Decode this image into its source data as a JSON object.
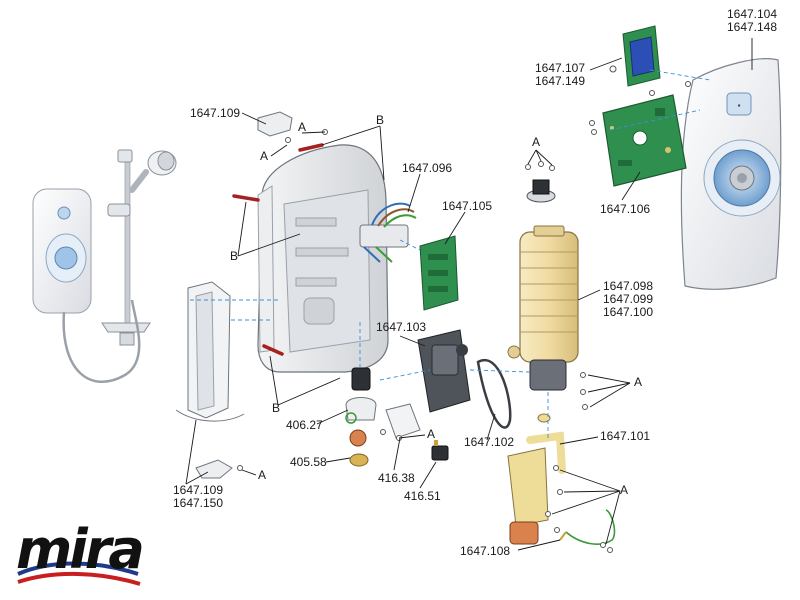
{
  "brand": {
    "name": "mira",
    "swoosh_colors": [
      "#1e3a8a",
      "#c81e1e"
    ]
  },
  "labels": {
    "p1647_104": [
      "1647.104",
      "1647.148"
    ],
    "p1647_107": [
      "1647.107",
      "1647.149"
    ],
    "p1647_106": "1647.106",
    "p1647_109_top": "1647.109",
    "p1647_096": "1647.096",
    "p1647_105": "1647.105",
    "p1647_098": [
      "1647.098",
      "1647.099",
      "1647.100"
    ],
    "p1647_103": "1647.103",
    "p1647_101": "1647.101",
    "p1647_102": "1647.102",
    "p406_27": "406.27",
    "p405_58": "405.58",
    "p416_38": "416.38",
    "p416_51": "416.51",
    "p1647_108": "1647.108",
    "p1647_109_bottom": [
      "1647.109",
      "1647.150"
    ],
    "fixing_a": "A",
    "fixing_b": "B"
  },
  "colors": {
    "line": "#1a1a1a",
    "leader_blue": "#3b8fd9",
    "pcb_green": "#2f8f4e",
    "heater_yellow": "#efd9a0",
    "chassis_grey": "#e9eaec",
    "pipe_yellow": "#eedd99",
    "copper": "#d9824d",
    "dial_blue": "#9fc4e8"
  }
}
